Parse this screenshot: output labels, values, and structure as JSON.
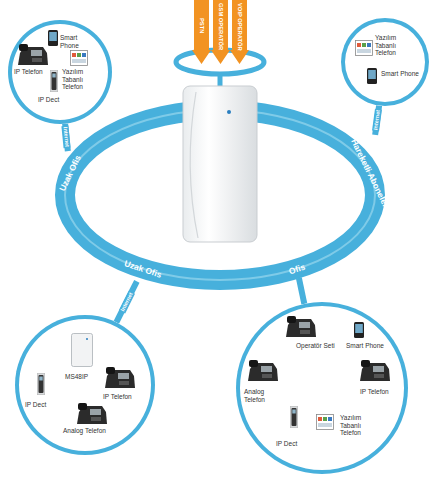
{
  "diagram": {
    "nodes": [
      {
        "text": [
          "PSTN"
        ]
      },
      {
        "text": [
          "GSM OPERATÖR"
        ]
      },
      {
        "text": [
          "VOIP OPERATÖR"
        ]
      },
      {
        "text": [
          "Smart Phone",
          "IP Telefon",
          "Yazılım Tabanlı Telefon",
          "IP Dect"
        ]
      },
      {
        "text": [
          "Yazılım Tabanlı Telefon",
          "Smart Phone"
        ]
      },
      {
        "text": [
          "Uzak Ofis"
        ]
      },
      {
        "text": [
          "Hareketli Aboneler"
        ]
      },
      {
        "text": [
          "Uzak Ofis"
        ]
      },
      {
        "text": [
          "Ofis"
        ]
      },
      {
        "text": [
          "MS48IP",
          "IP Dect",
          "IP Telefon",
          "Analog Telefon"
        ]
      },
      {
        "text": [
          "Operatör Seti",
          "Smart Phone",
          "Analog Telefon",
          "IP Telefon",
          "Yazılım Tabanlı Telefon",
          "IP Dect"
        ]
      }
    ],
    "edges": [
      {
        "from": 5,
        "to": 3,
        "arrow": "none",
        "label": "Internet"
      },
      {
        "from": 6,
        "to": 4,
        "arrow": "none",
        "label": "Internet"
      },
      {
        "from": 7,
        "to": 9,
        "arrow": "none",
        "label": "Internet"
      },
      {
        "from": 8,
        "to": 10,
        "arrow": "none"
      }
    ]
  }
}
